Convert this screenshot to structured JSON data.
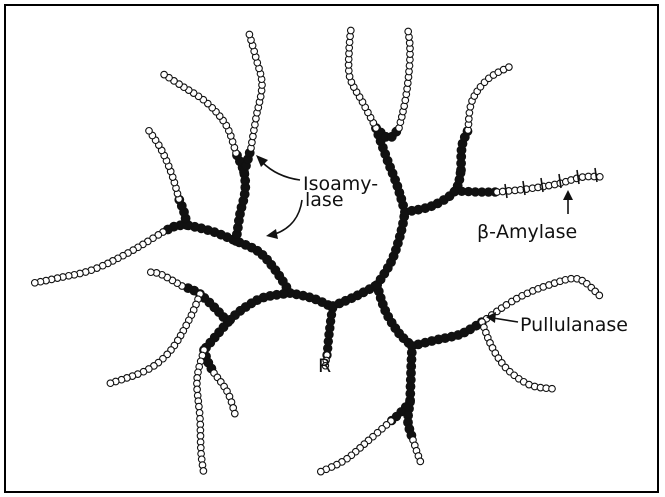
{
  "labels": {
    "isoamylase_line1": "Isoamy-",
    "isoamylase_line2": "lase",
    "beta_amylase": "β-Amylase",
    "pullulanase": "Pullulanase",
    "reducing_end": "R"
  },
  "colors": {
    "ink": "#111111",
    "background": "#ffffff"
  }
}
